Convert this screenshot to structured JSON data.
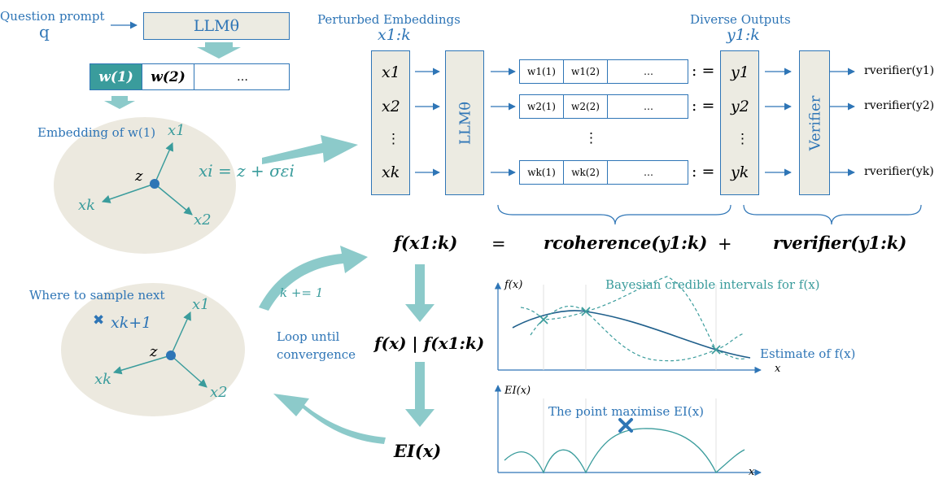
{
  "prompt": {
    "label": "Question prompt",
    "var": "q"
  },
  "llm_top": "LLMθ",
  "token_row": [
    "w(1)",
    "w(2)",
    "…"
  ],
  "embedding": {
    "label": "Embedding of w(1)",
    "center": "z",
    "axes": [
      "x1",
      "x2",
      "xk"
    ],
    "formula": "xi = z + σεi"
  },
  "perturbed": {
    "title": "Perturbed Embeddings",
    "var": "x1:k",
    "items": [
      "x1",
      "x2",
      "⋮",
      "xk"
    ]
  },
  "llm_mid": "LLMθ",
  "output_rows": [
    [
      "w1(1)",
      "w1(2)",
      "…"
    ],
    [
      "w2(1)",
      "w2(2)",
      "…"
    ],
    [
      "wk(1)",
      "wk(2)",
      "…"
    ]
  ],
  "assign": ": =",
  "vdots": "⋮",
  "diverse": {
    "title": "Diverse Outputs",
    "var": "y1:k",
    "items": [
      "y1",
      "y2",
      "⋮",
      "yk"
    ]
  },
  "verifier": "Verifier",
  "verifier_outputs": [
    "rverifier(y1)",
    "rverifier(y2)",
    "rverifier(yk)"
  ],
  "equation": {
    "lhs": "f(x1:k)",
    "eq": "=",
    "term1": "rcoherence(y1:k)",
    "plus": "+",
    "term2": "rverifier(y1:k)"
  },
  "loop": {
    "k_update": "k += 1",
    "posterior": "f(x) | f(x1:k)",
    "until": "Loop until convergence",
    "ei": "EI(x)"
  },
  "sample_next": {
    "label": "Where to sample next",
    "marker": "✖",
    "next": "xk+1",
    "center": "z",
    "axes": [
      "x1",
      "x2",
      "xk"
    ]
  },
  "chart_data": [
    {
      "type": "line",
      "ylabel": "f(x)",
      "xlabel": "x",
      "annotations": [
        "Bayesian credible intervals for f(x)",
        "Estimate of f(x)"
      ],
      "observed_points": 3
    },
    {
      "type": "line",
      "ylabel": "EI(x)",
      "xlabel": "x",
      "annotations": [
        "The point maximise EI(x)"
      ]
    }
  ],
  "colors": {
    "blue": "#2e75b6",
    "teal": "#3a9c9c",
    "arrow": "#8ccaca",
    "box_fill": "#ecebe2",
    "token_active": "#3a9c9c",
    "ellipse": "#ece9df"
  }
}
